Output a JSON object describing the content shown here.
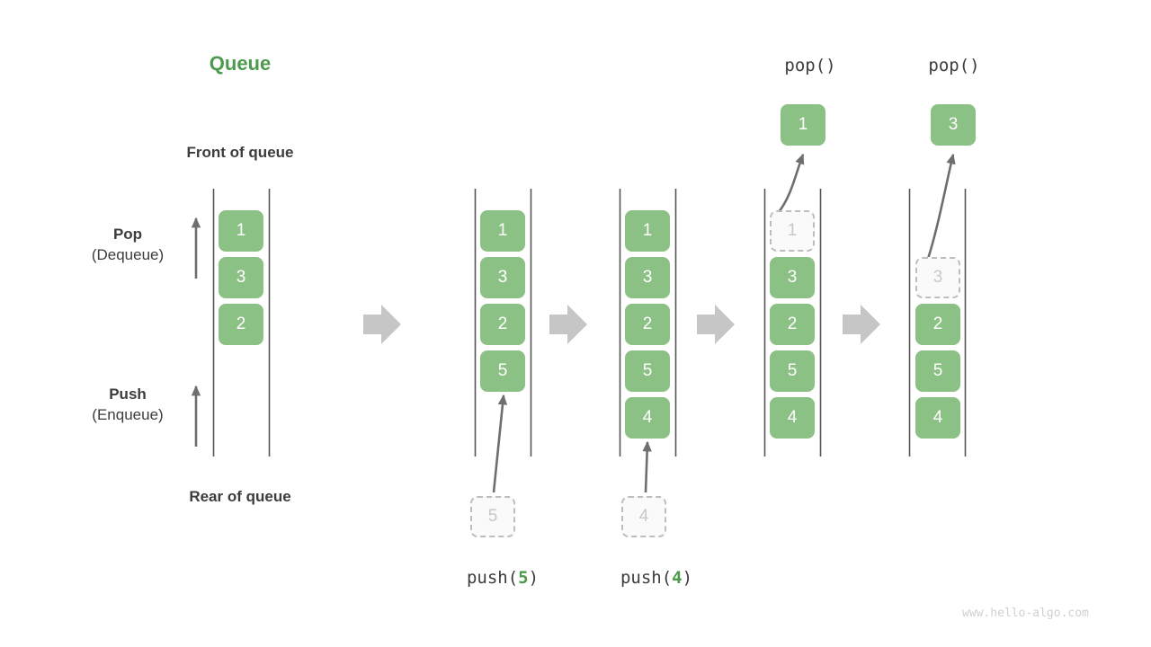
{
  "diagram": {
    "title": "Queue",
    "front_label": "Front of queue",
    "rear_label": "Rear of queue",
    "watermark": "www.hello-algo.com",
    "accent_green": "#4C9A4C",
    "cell_green": "#8CC185",
    "ghost_gray": "#C8C8C8",
    "arrow_gray": "#BFBFBF",
    "line_gray": "#555555"
  },
  "operations": {
    "pop_label": "Pop",
    "pop_sub": "(Dequeue)",
    "push_label": "Push",
    "push_sub": "(Enqueue)"
  },
  "captions": {
    "push5_prefix": "push(",
    "push5_value": "5",
    "push5_suffix": ")",
    "push4_prefix": "push(",
    "push4_value": "4",
    "push4_suffix": ")",
    "pop1": "pop()",
    "pop2": "pop()"
  },
  "columns": [
    {
      "name": "initial-queue",
      "cells": [
        "1",
        "3",
        "2"
      ],
      "ghost_slots": []
    },
    {
      "name": "after-push-5",
      "cells": [
        "1",
        "3",
        "2",
        "5"
      ],
      "ghost_slots": [],
      "incoming_ghost": "5"
    },
    {
      "name": "after-push-4",
      "cells": [
        "1",
        "3",
        "2",
        "5",
        "4"
      ],
      "ghost_slots": [],
      "incoming_ghost": "4"
    },
    {
      "name": "after-pop-1",
      "cells": [
        "3",
        "2",
        "5",
        "4"
      ],
      "ghost_slots": [
        "1"
      ],
      "popped": "1"
    },
    {
      "name": "after-pop-3",
      "cells": [
        "2",
        "5",
        "4"
      ],
      "ghost_slots": [
        "3"
      ],
      "popped": "3"
    }
  ]
}
